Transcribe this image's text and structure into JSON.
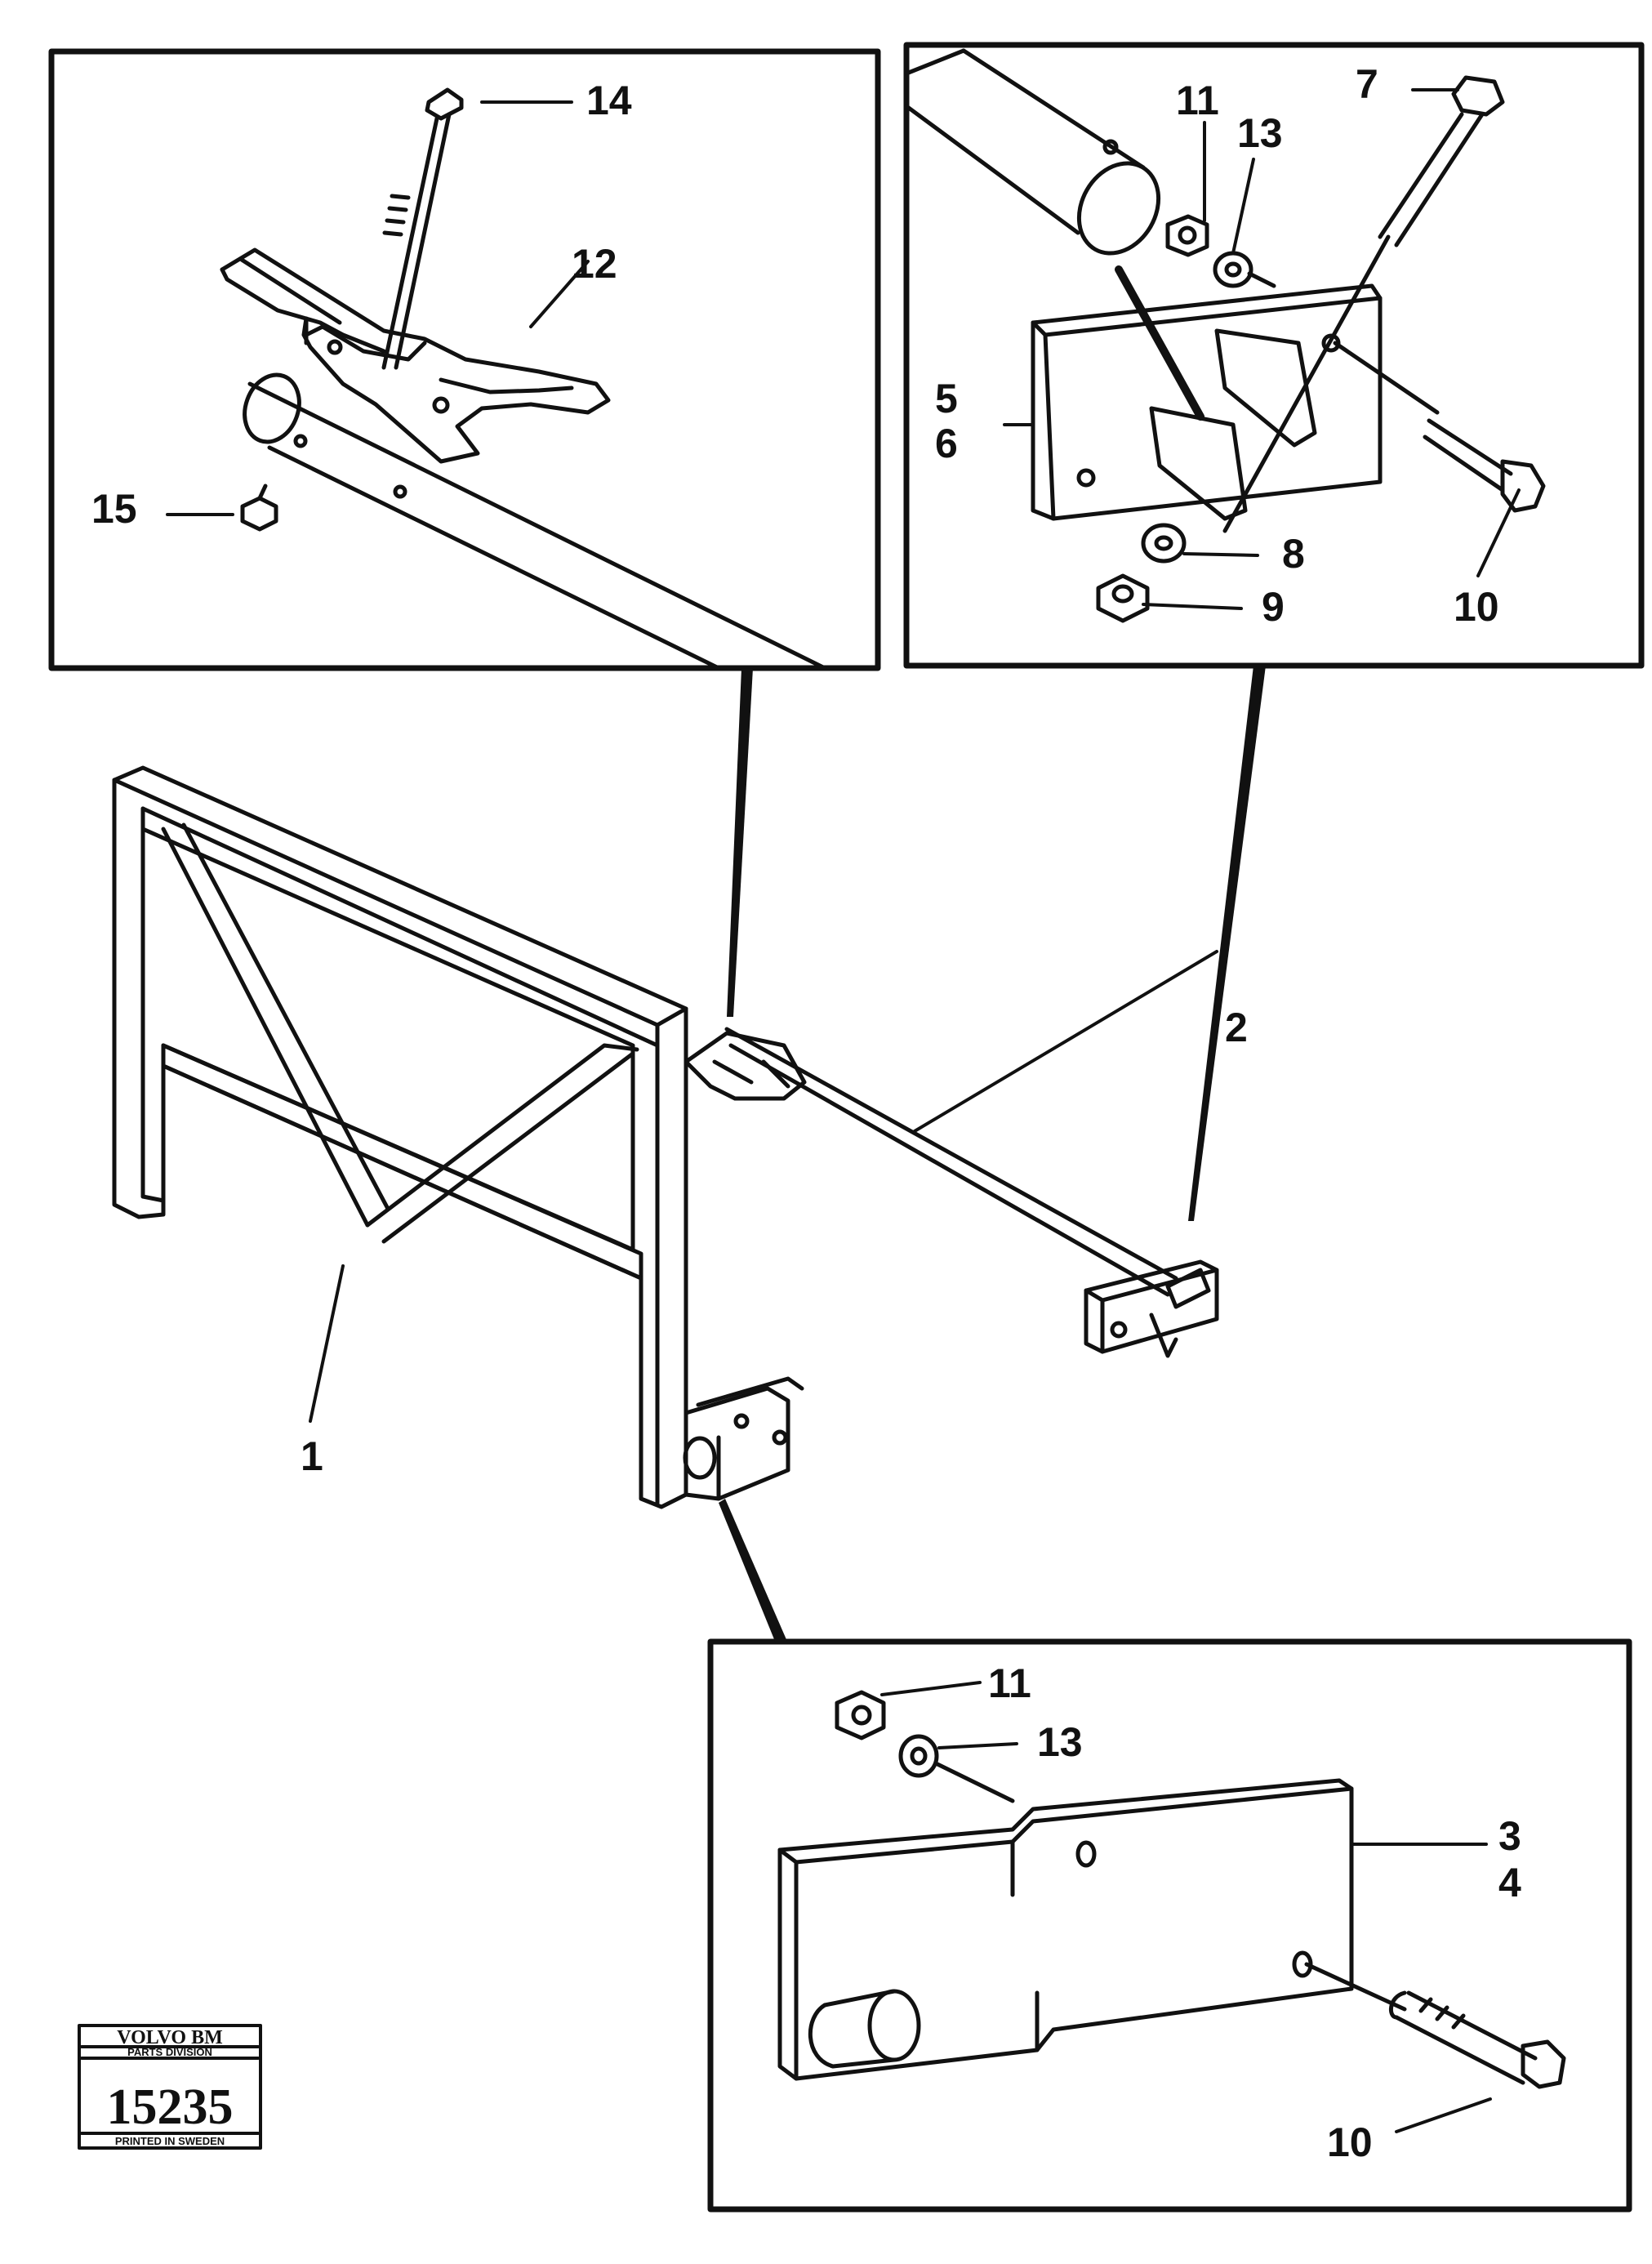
{
  "diagram": {
    "callouts": {
      "c1": "1",
      "c2": "2",
      "c3": "3",
      "c4": "4",
      "c5": "5",
      "c6": "6",
      "c7": "7",
      "c8": "8",
      "c9": "9",
      "c10a": "10",
      "c10b": "10",
      "c11a": "11",
      "c11b": "11",
      "c12": "12",
      "c13a": "13",
      "c13b": "13",
      "c14": "14",
      "c15": "15"
    },
    "stamp": {
      "brand": "VOLVO BM",
      "division": "PARTS DIVISION",
      "number": "15235",
      "footer": "PRINTED IN SWEDEN"
    },
    "line_color": "#111111",
    "background": "#ffffff"
  }
}
